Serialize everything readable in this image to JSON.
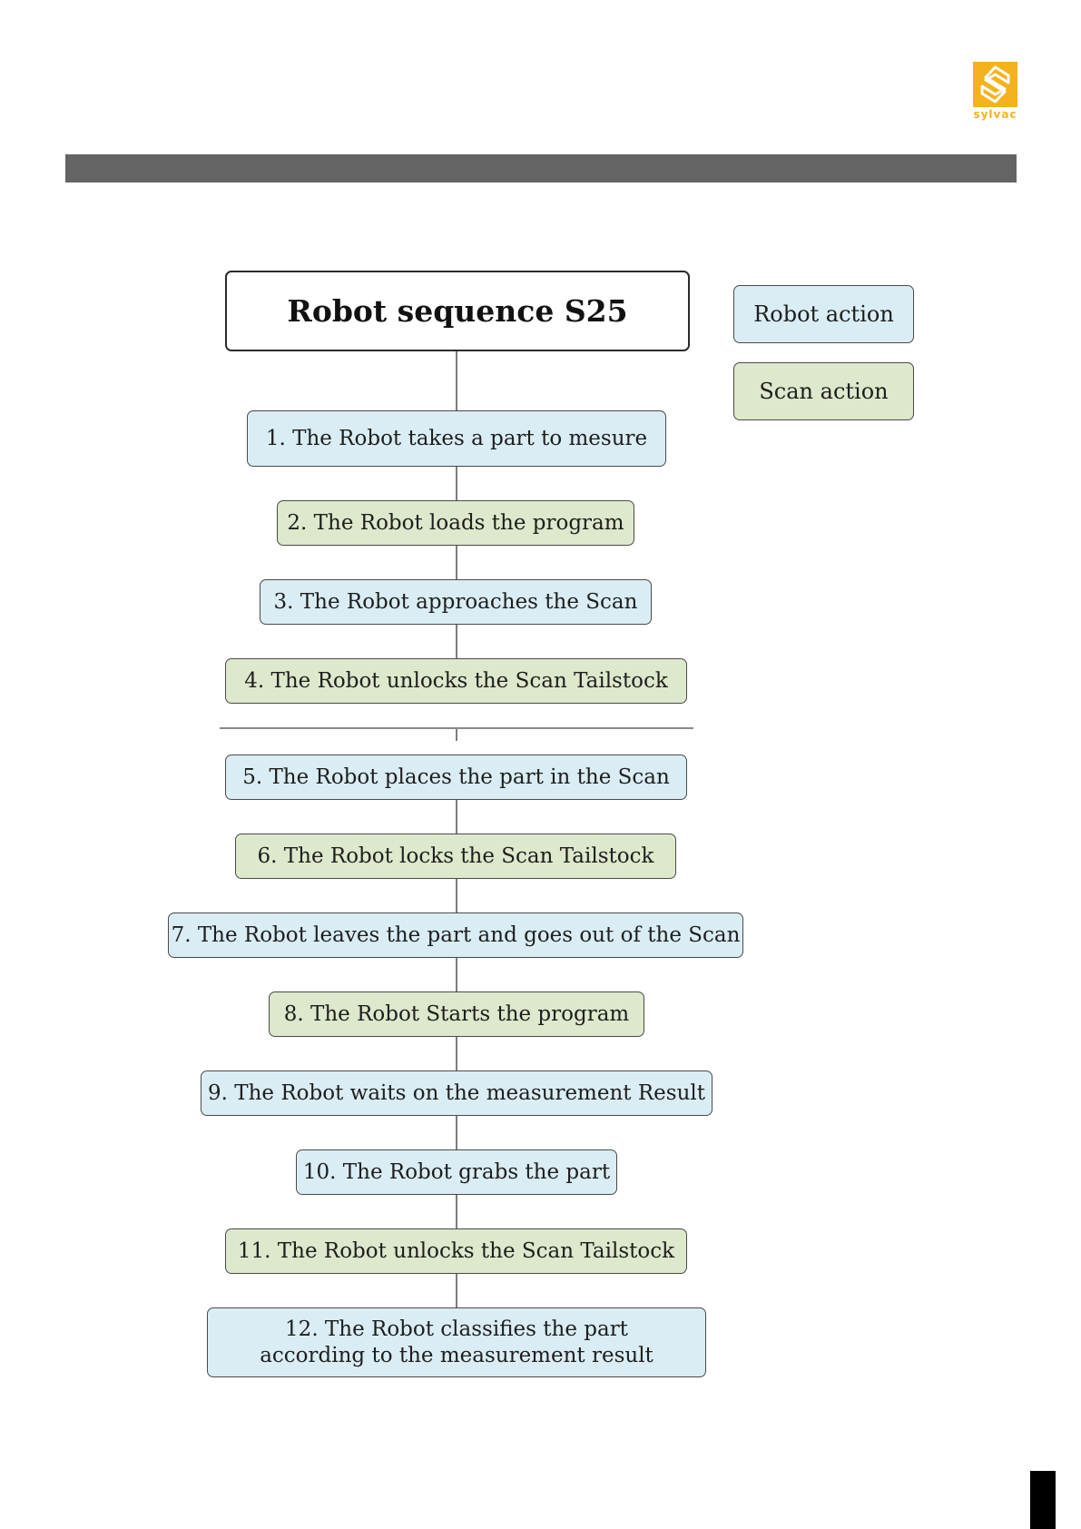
{
  "logo": {
    "text": "sylvac",
    "icon": "sylvac-s-logo-icon",
    "color": "#f5b21c"
  },
  "header": {
    "bar_color": "#646464"
  },
  "diagram": {
    "title": "Robot sequence S25",
    "legend": {
      "robot_label": "Robot action",
      "scan_label": "Scan action",
      "robot_color": "#daedf4",
      "scan_color": "#dde8cc"
    },
    "steps": [
      {
        "label": "1. The Robot takes a part to mesure",
        "kind": "robot"
      },
      {
        "label": "2. The Robot loads the program",
        "kind": "scan"
      },
      {
        "label": "3. The Robot approaches the Scan",
        "kind": "robot"
      },
      {
        "label": "4. The Robot unlocks the Scan Tailstock",
        "kind": "scan"
      },
      {
        "label": "5. The Robot places the part in the Scan",
        "kind": "robot"
      },
      {
        "label": "6. The Robot locks the Scan Tailstock",
        "kind": "scan"
      },
      {
        "label": "7. The Robot leaves the part and goes out of the Scan",
        "kind": "robot"
      },
      {
        "label": "8. The Robot Starts the program",
        "kind": "scan"
      },
      {
        "label": "9. The Robot waits on the measurement Result",
        "kind": "robot"
      },
      {
        "label": "10. The Robot grabs the part",
        "kind": "robot"
      },
      {
        "label": "11. The Robot unlocks the Scan Tailstock",
        "kind": "scan"
      },
      {
        "label": "12. The Robot classifies the part according to the measurement result",
        "kind": "robot"
      }
    ]
  }
}
